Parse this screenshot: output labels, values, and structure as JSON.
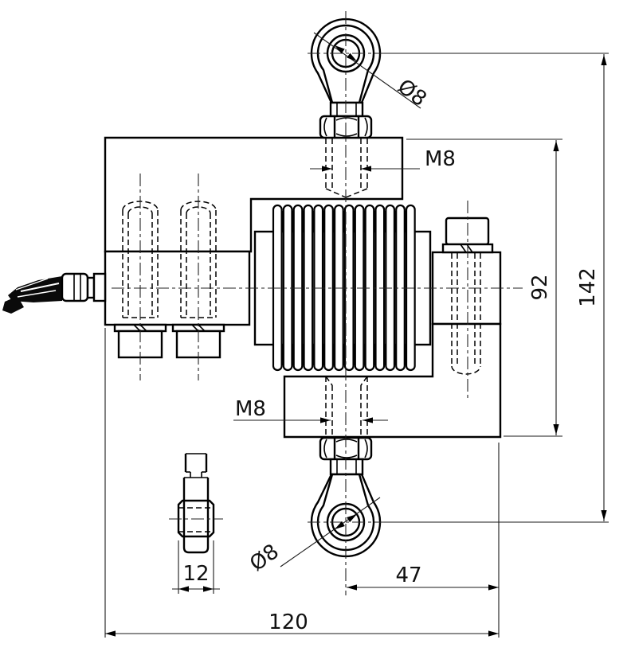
{
  "drawing": {
    "background": "#ffffff",
    "line_color": "#000000",
    "labels": {
      "top_eye_diameter": "Ø8",
      "top_thread": "M8",
      "bottom_thread": "M8",
      "bottom_eye_diameter": "Ø8",
      "inner_height": "92",
      "overall_height": "142",
      "pin_diameter": "12",
      "center_to_edge": "47",
      "overall_width": "120"
    }
  }
}
